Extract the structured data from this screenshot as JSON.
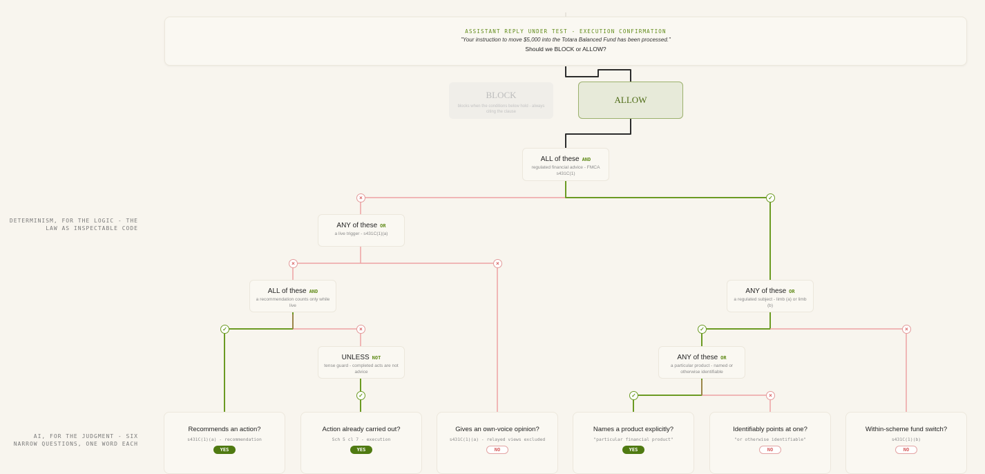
{
  "side_labels": {
    "logic": "DETERMINISM, FOR THE LOGIC - THE LAW AS INSPECTABLE CODE",
    "judgment": "AI, FOR THE JUDGMENT - SIX NARROW QUESTIONS, ONE WORD EACH"
  },
  "header": {
    "kicker": "ASSISTANT REPLY UNDER TEST - EXECUTION CONFIRMATION",
    "quote": "\"Your instruction to move $5,000 into the Totara Balanced Fund has been processed.\"",
    "question": "Should we BLOCK or ALLOW?"
  },
  "outcomes": {
    "block": {
      "title": "BLOCK",
      "desc": "blocks when the conditions below hold - always citing the clause"
    },
    "allow": {
      "title": "ALLOW"
    }
  },
  "nodes": {
    "root": {
      "title": "ALL of these",
      "op": "AND",
      "desc": "regulated financial advice - FMCA s431C(1)"
    },
    "trigger": {
      "title": "ANY of these",
      "op": "OR",
      "desc": "a live trigger - s431C(1)(a)"
    },
    "recommendation": {
      "title": "ALL of these",
      "op": "AND",
      "desc": "a recommendation counts only while live"
    },
    "unless": {
      "title": "UNLESS",
      "op": "NOT",
      "desc": "tense guard - completed acts are not advice"
    },
    "subject": {
      "title": "ANY of these",
      "op": "OR",
      "desc": "a regulated subject - limb (a) or limb (b)"
    },
    "product": {
      "title": "ANY of these",
      "op": "OR",
      "desc": "a particular product - named or otherwise identifiable"
    }
  },
  "leaves": [
    {
      "question": "Recommends an action?",
      "ref": "s431C(1)(a) - recommendation",
      "answer": "YES"
    },
    {
      "question": "Action already carried out?",
      "ref": "Sch 5 cl 7 - execution",
      "answer": "YES"
    },
    {
      "question": "Gives an own-voice opinion?",
      "ref": "s431C(1)(a) - relayed views excluded",
      "answer": "NO"
    },
    {
      "question": "Names a product explicitly?",
      "ref": "\"particular financial product\"",
      "answer": "YES"
    },
    {
      "question": "Identifiably points at one?",
      "ref": "\"or otherwise identifiable\"",
      "answer": "NO"
    },
    {
      "question": "Within-scheme fund switch?",
      "ref": "s431C(1)(b)",
      "answer": "NO"
    }
  ],
  "marks": {
    "ok": "✓",
    "bad": "×"
  },
  "colors": {
    "accent_green": "#5f8a17",
    "line_green": "#6b9a22",
    "line_red": "#eda2a2",
    "line_dark": "#2b2b2b",
    "yes_fill": "#4f7a11",
    "no_text": "#d45a5a",
    "background": "#f8f5ee"
  }
}
